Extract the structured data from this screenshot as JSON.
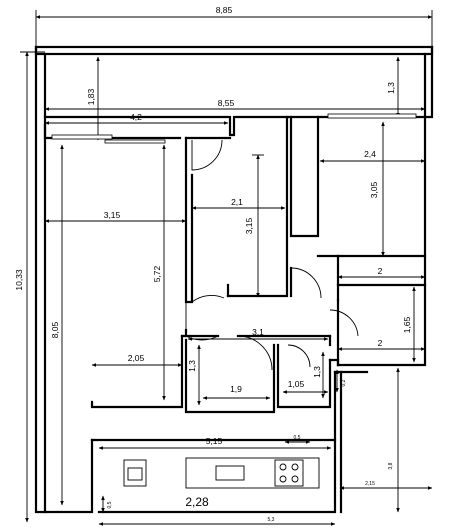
{
  "dimensions": {
    "top_width": "8,85",
    "inner_width": "8,55",
    "total_height": "10,33",
    "left_height": "8,05",
    "upper_left_gap": "1,83",
    "upper_right_gap": "1,3",
    "balcony_left": "4,2",
    "living_width": "3,15",
    "living_height": "5,72",
    "corridor_width": "2,1",
    "corridor_height": "3,15",
    "bedroom_width": "2,4",
    "bedroom_height": "3,05",
    "closet_width": "2",
    "small_width": "2",
    "small_height": "1,65",
    "hall_width": "3,1",
    "left_room_width": "2,05",
    "bath_width": "1,9",
    "bath_height": "1,3",
    "wc_width": "1,05",
    "wc_height": "1,3",
    "kitchen_width": "5,15",
    "kitchen_small": "0,5",
    "kitchen_depth": "2,28",
    "bottom_width": "5,3",
    "bottom_small": "0,5",
    "right_side": "3,8",
    "right_bottom": "2,15",
    "side_small": "0,2"
  }
}
